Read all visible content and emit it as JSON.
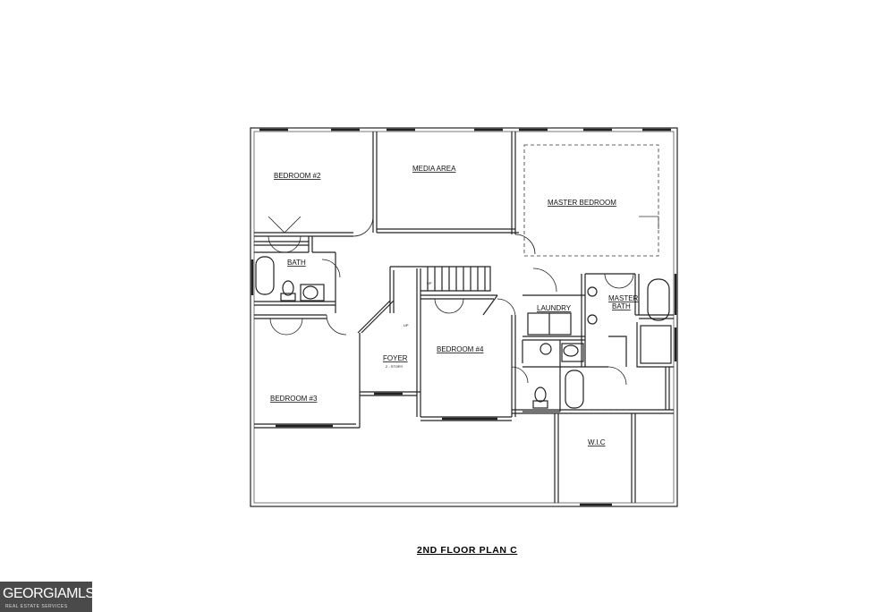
{
  "plan": {
    "title": "2ND  FLOOR   PLAN  C",
    "rooms": {
      "bedroom2": "BEDROOM #2",
      "media_area": "MEDIA AREA",
      "master_bedroom": "MASTER BEDROOM",
      "bath": "BATH",
      "master_bath_1": "MASTER",
      "master_bath_2": "BATH",
      "laundry": "LAUNDRY",
      "foyer": "FOYER",
      "foyer_note": "2 - STORY",
      "bedroom4": "BEDROOM #4",
      "bedroom3": "BEDROOM #3",
      "wic": "W.I.C"
    },
    "stair_labels": {
      "up1": "UP",
      "up2": "UP"
    }
  },
  "watermark": {
    "brand": "GEORGIAMLS",
    "tagline": "REAL ESTATE SERVICES"
  }
}
